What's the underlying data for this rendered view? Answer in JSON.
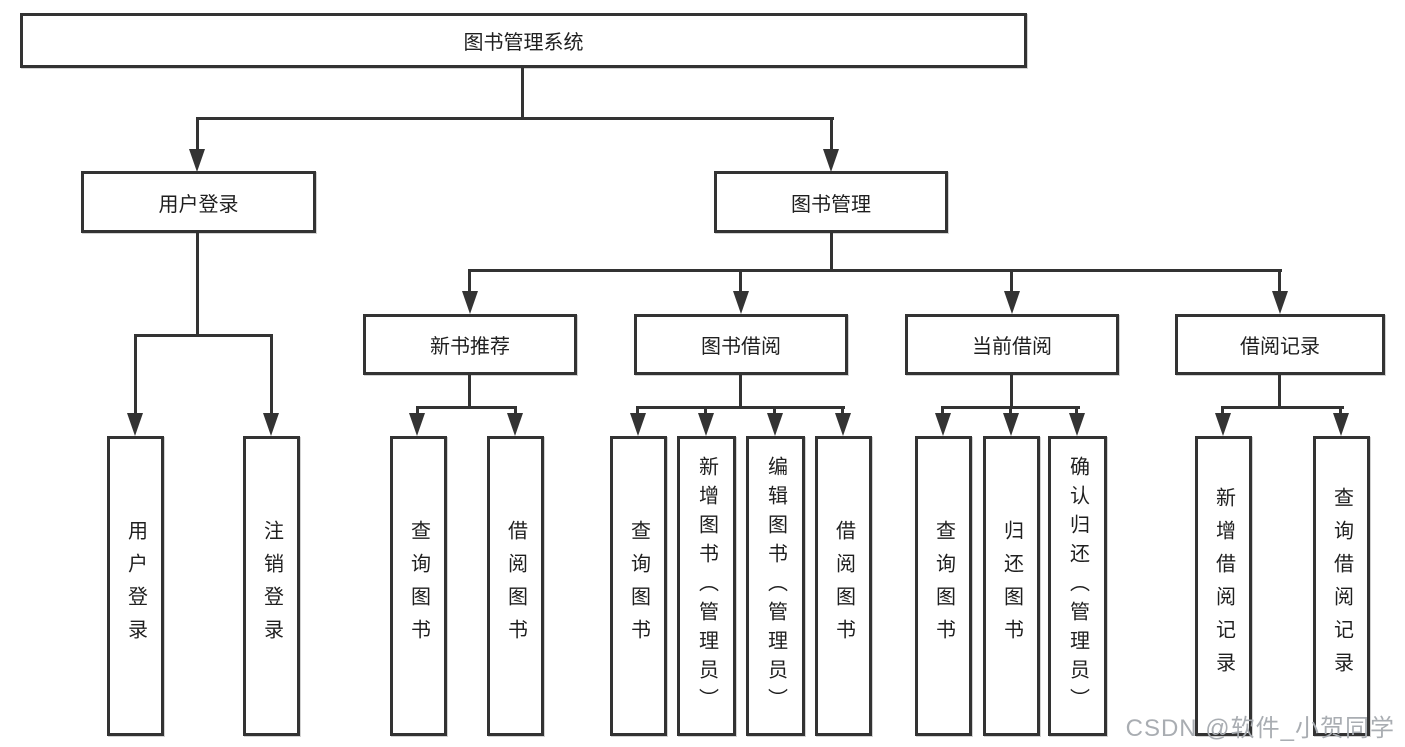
{
  "tree": {
    "label": "图书管理系统",
    "children": [
      {
        "label": "用户登录",
        "children": [
          {
            "label": "用户登录"
          },
          {
            "label": "注销登录"
          }
        ]
      },
      {
        "label": "图书管理",
        "children": [
          {
            "label": "新书推荐",
            "children": [
              {
                "label": "查询图书"
              },
              {
                "label": "借阅图书"
              }
            ]
          },
          {
            "label": "图书借阅",
            "children": [
              {
                "label": "查询图书"
              },
              {
                "label": "新增图书（管理员）"
              },
              {
                "label": "编辑图书（管理员）"
              },
              {
                "label": "借阅图书"
              }
            ]
          },
          {
            "label": "当前借阅",
            "children": [
              {
                "label": "查询图书"
              },
              {
                "label": "归还图书"
              },
              {
                "label": "确认归还（管理员）"
              }
            ]
          },
          {
            "label": "借阅记录",
            "children": [
              {
                "label": "新增借阅记录"
              },
              {
                "label": "查询借阅记录"
              }
            ]
          }
        ]
      }
    ]
  },
  "watermark": {
    "text": "CSDN @软件_小贺同学"
  },
  "colors": {
    "line": "#333333",
    "box_border": "#333333",
    "box_fill": "#ffffff",
    "text": "#1f1f1f",
    "watermark": "#a9adb2"
  }
}
